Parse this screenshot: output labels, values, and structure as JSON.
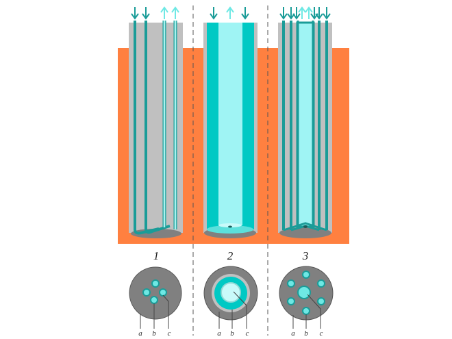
{
  "labels": {
    "diagram_1": "1",
    "diagram_2": "2",
    "diagram_3": "3",
    "a": "a",
    "b": "b",
    "c": "c"
  },
  "colors": {
    "ground": "#ff8040",
    "casing": "#c0c0c0",
    "grout_base": "#808080",
    "pipe_dark": "#1a9c98",
    "pipe_light": "#a9f3ef",
    "inner_cyan": "#00c9c4",
    "core_light": "#9ff4f4",
    "divider": "#555555"
  }
}
